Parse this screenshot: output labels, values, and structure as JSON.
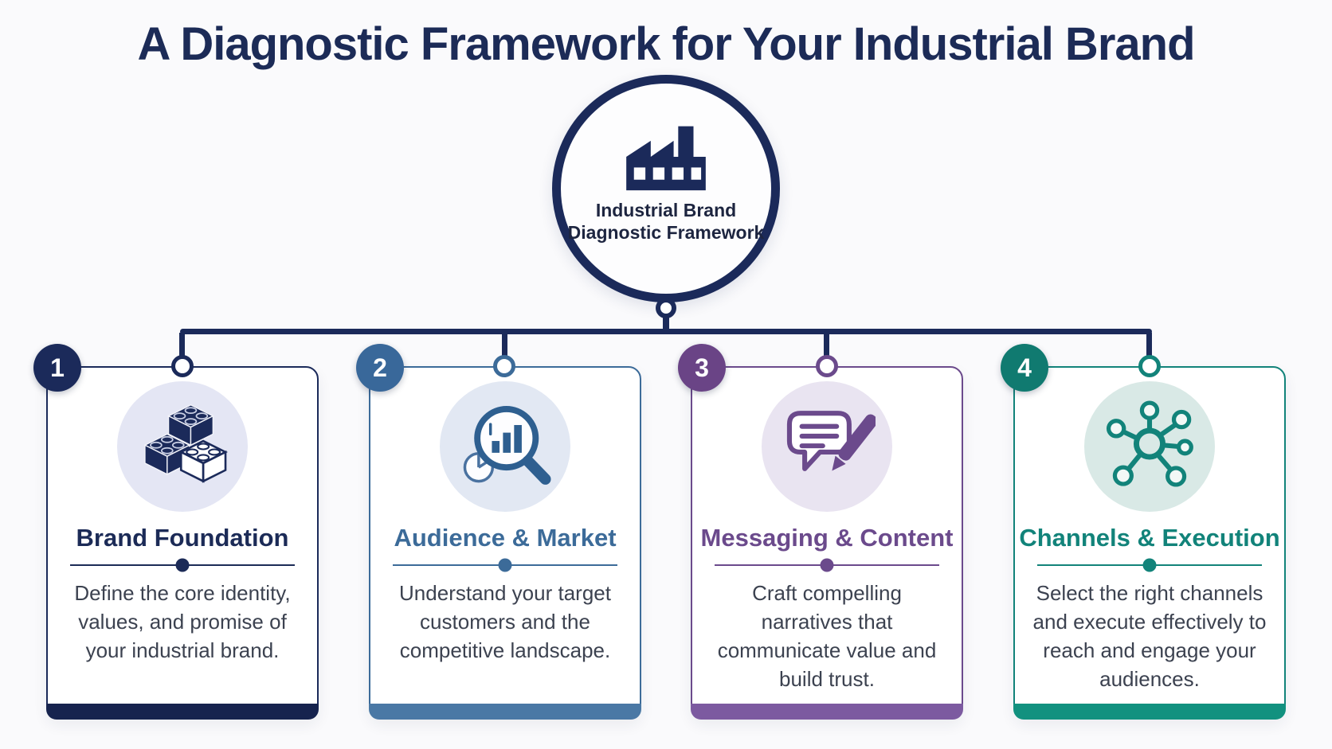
{
  "title": "A Diagnostic Framework for Your Industrial Brand",
  "hub": {
    "icon": "factory-icon",
    "label_line1": "Industrial Brand",
    "label_line2": "Diagnostic Framework",
    "ring_color": "#1b2a5a"
  },
  "connector_color": "#1b2a5a",
  "background_color": "#fafafc",
  "title_color": "#1c2b57",
  "body_text_color": "#3c4250",
  "cards": [
    {
      "number": "1",
      "title": "Brand Foundation",
      "description": "Define the core identity, values, and promise of your industrial brand.",
      "icon": "building-blocks-icon",
      "accent": "#1b2a5a",
      "badge_color": "#1b2a5a",
      "bottom_bar_color": "#16234e",
      "icon_bg": "#e4e6f4"
    },
    {
      "number": "2",
      "title": "Audience & Market",
      "description": "Understand your target customers and the competitive landscape.",
      "icon": "magnifier-bar-chart-icon",
      "accent": "#3c6b99",
      "badge_color": "#39689a",
      "bottom_bar_color": "#4a78a5",
      "icon_bg": "#e2e8f3"
    },
    {
      "number": "3",
      "title": "Messaging & Content",
      "description": "Craft compelling narratives that communicate value and build trust.",
      "icon": "speech-bubble-pen-icon",
      "accent": "#6b4a8c",
      "badge_color": "#6a4486",
      "bottom_bar_color": "#7c5aa0",
      "icon_bg": "#e9e4f1"
    },
    {
      "number": "4",
      "title": "Channels & Execution",
      "description": "Select the right channels and execute effectively to reach and engage your audiences.",
      "icon": "network-hub-icon",
      "accent": "#12837a",
      "badge_color": "#107a70",
      "bottom_bar_color": "#12917f",
      "icon_bg": "#d9e9e6"
    }
  ]
}
